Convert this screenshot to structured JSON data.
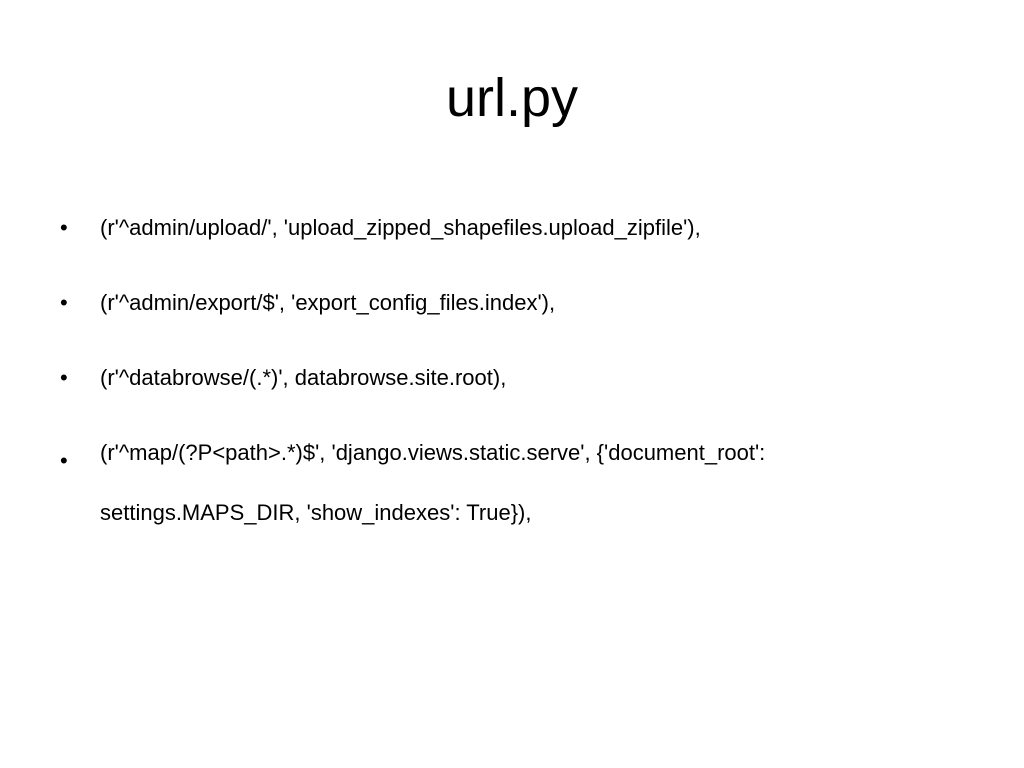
{
  "slide": {
    "title": "url.py",
    "bullets": [
      {
        "marker": "•",
        "text": "(r'^admin/upload/', 'upload_zipped_shapefiles.upload_zipfile'),"
      },
      {
        "marker": "•",
        "text": "(r'^admin/export/$', 'export_config_files.index'),"
      },
      {
        "marker": "•",
        "text": "(r'^databrowse/(.*)', databrowse.site.root),"
      },
      {
        "marker": "•",
        "text": "(r'^map/(?P<path>.*)$', 'django.views.static.serve', {'document_root': settings.MAPS_DIR, 'show_indexes': True}),"
      }
    ]
  }
}
